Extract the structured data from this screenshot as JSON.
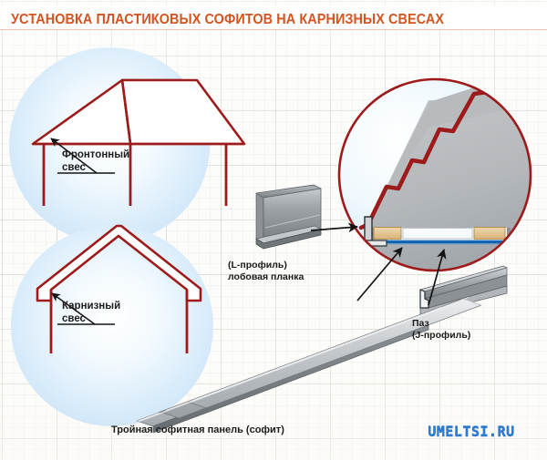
{
  "title": "УСТАНОВКА ПЛАСТИКОВЫХ СОФИТОВ НА КАРНИЗНЫХ СВЕСАХ",
  "labels": {
    "gable_line1": "Фронтонный",
    "gable_line2": "свес",
    "eave_line1": "Карнизный",
    "eave_line2": "свес",
    "lprofile_line1": "(L-профиль)",
    "lprofile_line2": "лобовая планка",
    "groove_line1": "Паз",
    "groove_line2": "(J-профиль)",
    "soffit_caption": "Тройная софитная панель (софит)"
  },
  "watermark": "UMELTSI.RU",
  "icons": {
    "house_perspective": "house-perspective-icon",
    "house_front": "house-front-elevation-icon",
    "l_profile": "l-profile-icon",
    "j_profile": "j-profile-icon",
    "soffit_panel": "soffit-panel-icon",
    "detail_circle": "detail-circle-icon",
    "arrow": "arrow-icon"
  },
  "colors": {
    "title": "#d4531f",
    "roof_outline": "#9e1b1b",
    "detail_circle_stroke": "#9e1b1b",
    "glow": "#cfe6f8",
    "metal_light": "#e2e4e6",
    "metal_mid": "#a9adb1",
    "metal_dark": "#6f7478",
    "wood_block": "#e3c18a",
    "j_profile_blue": "#1464b4",
    "soffit_white": "#f2f8fd",
    "roof_fill_gray": "#b9bdc0",
    "arrow": "#141414",
    "watermark": "#2f7fd8",
    "background": "#fcfcfa"
  }
}
